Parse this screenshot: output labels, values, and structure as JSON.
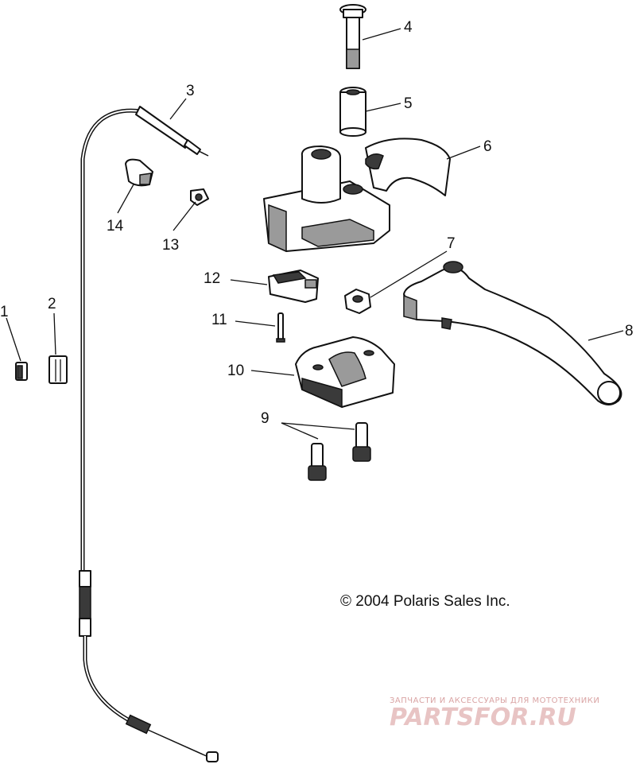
{
  "callouts": {
    "c1": "1",
    "c2": "2",
    "c3": "3",
    "c4": "4",
    "c5": "5",
    "c6": "6",
    "c7": "7",
    "c8": "8",
    "c9": "9",
    "c10": "10",
    "c11": "11",
    "c12": "12",
    "c13": "13",
    "c14": "14"
  },
  "copyright": "© 2004 Polaris Sales Inc.",
  "watermark": {
    "tagline": "ЗАПЧАСТИ И АКСЕССУАРЫ ДЛЯ МОТОТЕХНИКИ",
    "brand": "PARTSFOR.RU"
  }
}
